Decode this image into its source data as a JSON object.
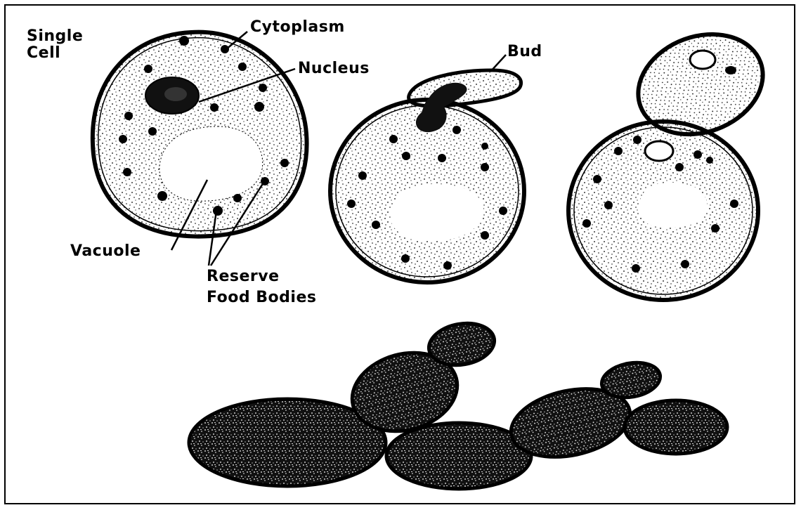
{
  "colors": {
    "ink": "#000000",
    "background": "#ffffff"
  },
  "labels": {
    "single_cell_line1": "Single",
    "single_cell_line2": "Cell",
    "cytoplasm": "Cytoplasm",
    "nucleus": "Nucleus",
    "bud": "Bud",
    "vacuole": "Vacuole",
    "reserve_food_line1": "Reserve",
    "reserve_food_line2": "Food Bodies"
  }
}
